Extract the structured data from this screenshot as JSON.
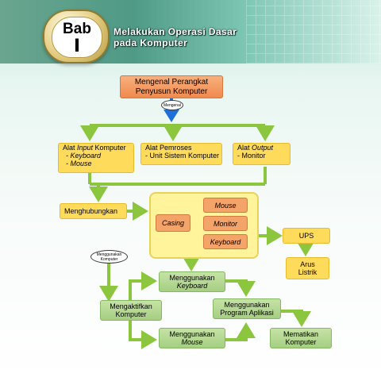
{
  "header": {
    "chapter_word": "Bab",
    "chapter_number": "I",
    "title_line1": "Melakukan Operasi Dasar",
    "title_line2": "pada Komputer"
  },
  "diagram": {
    "root": {
      "line1": "Mengenal Perangkat",
      "line2": "Penyusun Komputer"
    },
    "label_mengenal": "Mengenal",
    "input_box": {
      "prefix": "Alat ",
      "italic": "Input",
      "suffix": " Komputer",
      "item1": "- Keyboard",
      "item2": "- Mouse"
    },
    "process_box": {
      "line1": "Alat Pemroses",
      "line2": "- Unit Sistem Komputer"
    },
    "output_box": {
      "prefix": "Alat ",
      "italic": "Output",
      "item1": "- Monitor"
    },
    "connect": "Menghubungkan",
    "casing": "Casing",
    "mouse": "Mouse",
    "monitor": "Monitor",
    "keyboard": "Keyboard",
    "ups": "UPS",
    "arus": {
      "line1": "Arus",
      "line2": "Listrik"
    },
    "label_menggunakan": {
      "line1": "Menggunakan",
      "line2": "Komputer"
    },
    "use_keyboard": {
      "line1": "Menggunakan",
      "line2": "Keyboard"
    },
    "activate": {
      "line1": "Mengaktifkan",
      "line2": "Komputer"
    },
    "use_program": {
      "line1": "Menggunakan",
      "line2": "Program Aplikasi"
    },
    "use_mouse": {
      "line1": "Menggunakan",
      "line2": "Mouse"
    },
    "shutdown": {
      "line1": "Mematikan",
      "line2": "Komputer"
    }
  },
  "colors": {
    "connector": "#8cc63f",
    "down_arrow": "#1e6fd9",
    "orange_box": "#f08a4e",
    "yellow_box": "#ffdb5b",
    "green_box": "#a5cf82"
  }
}
